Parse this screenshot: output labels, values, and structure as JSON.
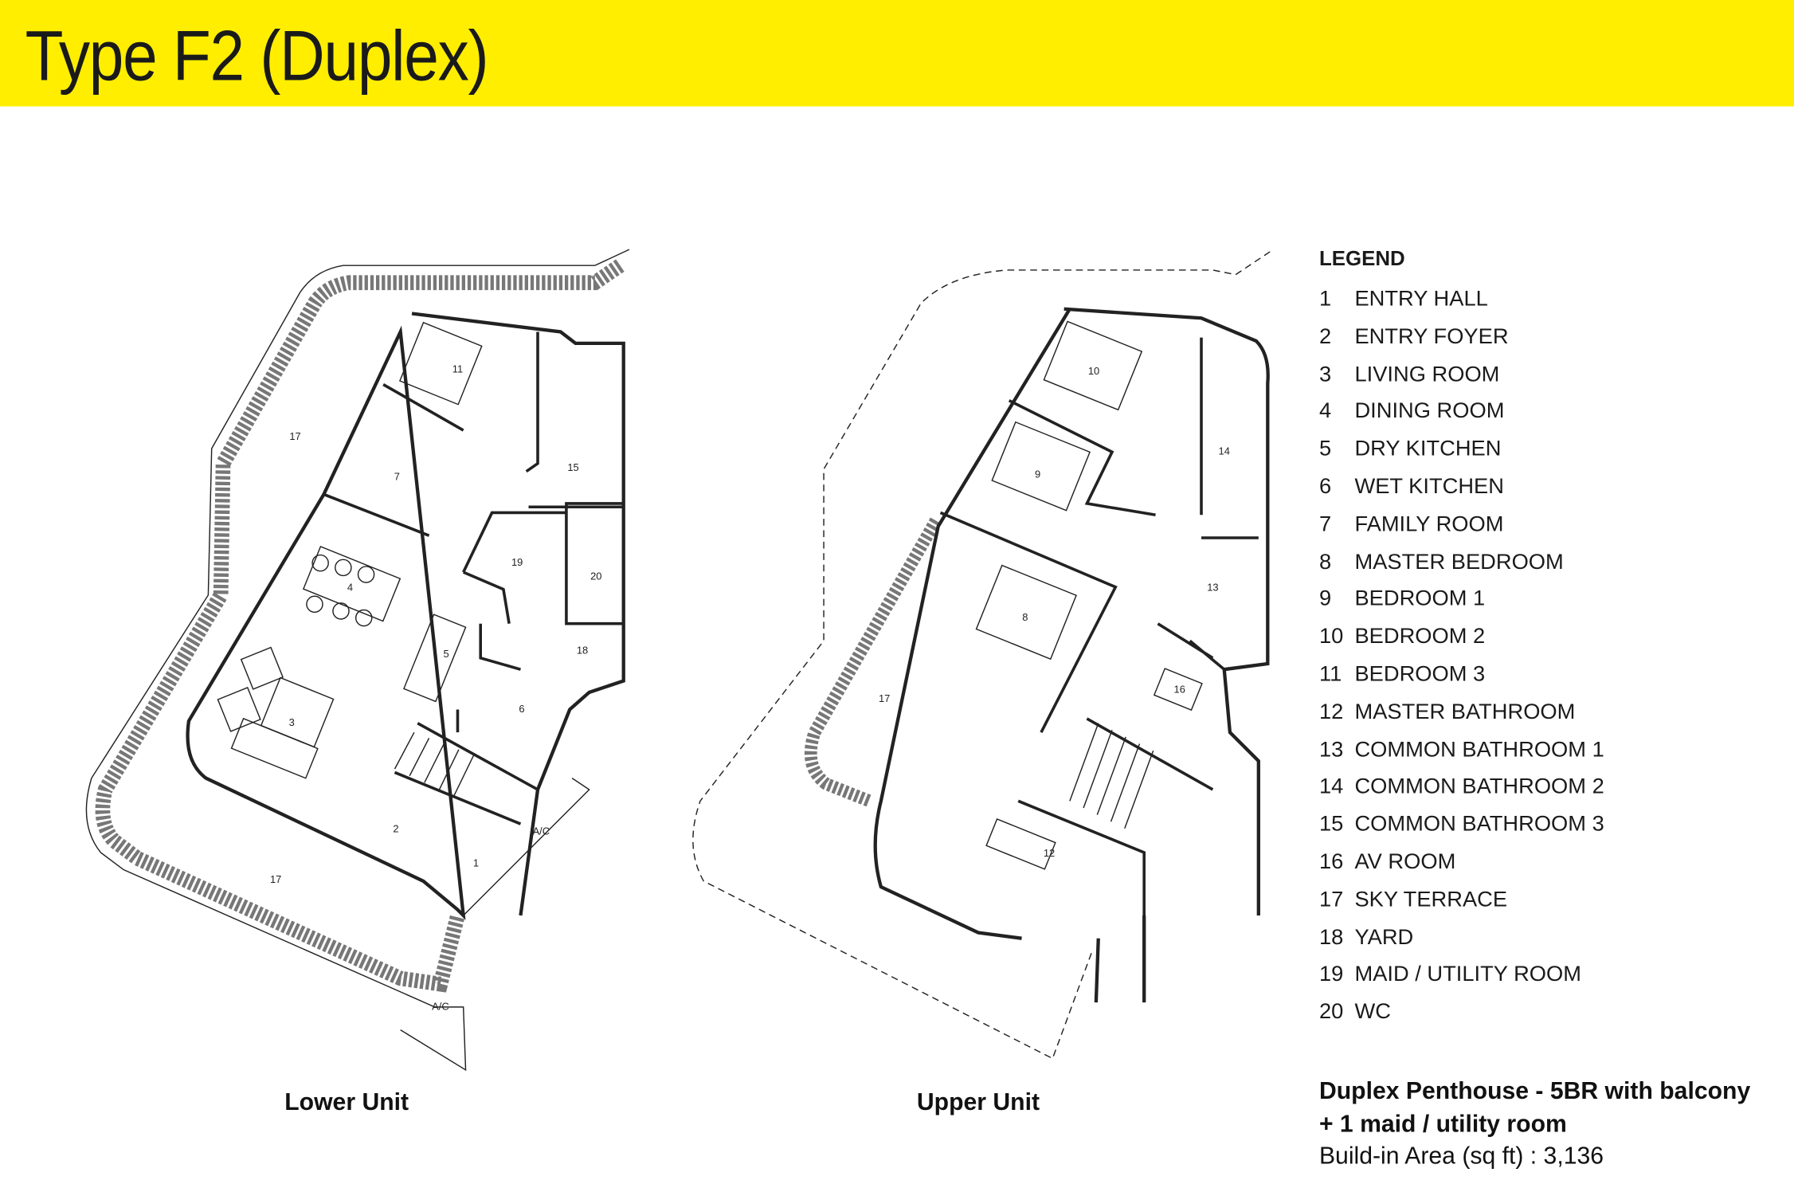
{
  "header": {
    "title": "Type F2 (Duplex)",
    "banner_color": "#ffee00"
  },
  "legend": {
    "heading": "LEGEND",
    "items": [
      {
        "num": "1",
        "label": "ENTRY HALL"
      },
      {
        "num": "2",
        "label": "ENTRY FOYER"
      },
      {
        "num": "3",
        "label": "LIVING ROOM"
      },
      {
        "num": "4",
        "label": "DINING ROOM"
      },
      {
        "num": "5",
        "label": "DRY KITCHEN"
      },
      {
        "num": "6",
        "label": "WET KITCHEN"
      },
      {
        "num": "7",
        "label": "FAMILY ROOM"
      },
      {
        "num": "8",
        "label": "MASTER BEDROOM"
      },
      {
        "num": "9",
        "label": "BEDROOM 1"
      },
      {
        "num": "10",
        "label": "BEDROOM 2"
      },
      {
        "num": "11",
        "label": "BEDROOM 3"
      },
      {
        "num": "12",
        "label": "MASTER BATHROOM"
      },
      {
        "num": "13",
        "label": "COMMON BATHROOM 1"
      },
      {
        "num": "14",
        "label": "COMMON BATHROOM 2"
      },
      {
        "num": "15",
        "label": "COMMON BATHROOM 3"
      },
      {
        "num": "16",
        "label": "AV ROOM"
      },
      {
        "num": "17",
        "label": "SKY TERRACE"
      },
      {
        "num": "18",
        "label": "YARD"
      },
      {
        "num": "19",
        "label": "MAID / UTILITY ROOM"
      },
      {
        "num": "20",
        "label": "WC"
      }
    ]
  },
  "lower_unit": {
    "caption": "Lower Unit",
    "labels": [
      "11",
      "17",
      "7",
      "15",
      "19",
      "20",
      "4",
      "5",
      "18",
      "3",
      "6",
      "2",
      "1",
      "A/C",
      "17",
      "A/C"
    ]
  },
  "upper_unit": {
    "caption": "Upper Unit",
    "labels": [
      "10",
      "9",
      "14",
      "13",
      "8",
      "16",
      "17",
      "12"
    ]
  },
  "summary": {
    "line1": "Duplex Penthouse - 5BR with balcony",
    "line2": "+ 1 maid / utility room",
    "area_label": "Build-in Area (sq ft) : 3,136"
  }
}
